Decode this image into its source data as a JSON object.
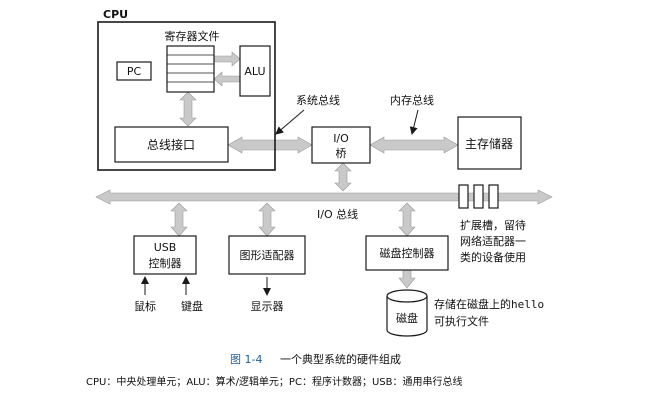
{
  "cpu": {
    "title": "CPU",
    "register_file_label": "寄存器文件",
    "pc_label": "PC",
    "alu_label": "ALU",
    "bus_interface_label": "总线接口"
  },
  "buses": {
    "system_bus_label": "系统总线",
    "memory_bus_label": "内存总线",
    "io_bus_label": "I/O 总线"
  },
  "io_bridge": {
    "line1": "I/O",
    "line2": "桥"
  },
  "main_memory_label": "主存储器",
  "devices": {
    "usb": {
      "line1": "USB",
      "line2": "控制器"
    },
    "graphics_label": "图形适配器",
    "disk_controller_label": "磁盘控制器",
    "mouse_label": "鼠标",
    "keyboard_label": "键盘",
    "display_label": "显示器",
    "disk_label": "磁盘"
  },
  "expansion": {
    "line1": "扩展槽，留待",
    "line2": "网络适配器一",
    "line3": "类的设备使用"
  },
  "disk_note": {
    "line1_prefix": "存储在磁盘上的",
    "line1_code": "hello",
    "line2": "可执行文件"
  },
  "caption": {
    "figure_number": "图 1-4",
    "title": "一个典型系统的硬件组成"
  },
  "footnote": "CPU：中央处理单元；ALU：算术/逻辑单元；PC：程序计数器；USB：通用串行总线",
  "colors": {
    "bus_fill": "#c9c9c9",
    "line": "#1a1a1a",
    "caption_blue": "#1f5e96"
  }
}
